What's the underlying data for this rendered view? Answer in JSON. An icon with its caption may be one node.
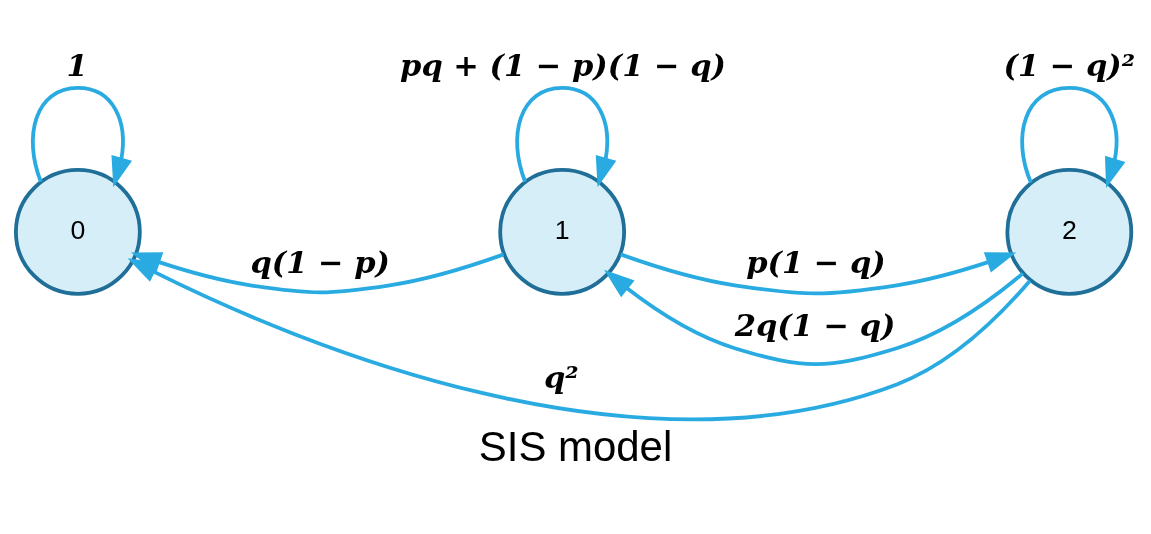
{
  "diagram": {
    "caption": "SIS model",
    "nodes": [
      {
        "text": [
          "0"
        ]
      },
      {
        "text": [
          "1"
        ]
      },
      {
        "text": [
          "2"
        ]
      }
    ],
    "edges": [
      {
        "from": 0,
        "to": 0,
        "arrow": "to",
        "label": "1"
      },
      {
        "from": 1,
        "to": 1,
        "arrow": "to",
        "label": "pq + (1 − p)(1 − q)"
      },
      {
        "from": 1,
        "to": 2,
        "arrow": "to",
        "label": "p(1 − q)"
      },
      {
        "from": 2,
        "to": 2,
        "arrow": "to",
        "label": "(1 − q)²"
      },
      {
        "from": 2,
        "to": 1,
        "arrow": "to",
        "label": "2q(1 − q)"
      },
      {
        "from": 1,
        "to": 0,
        "arrow": "to",
        "label": "q(1 − p)"
      },
      {
        "from": 2,
        "to": 0,
        "arrow": "to",
        "label": "q²"
      }
    ]
  }
}
